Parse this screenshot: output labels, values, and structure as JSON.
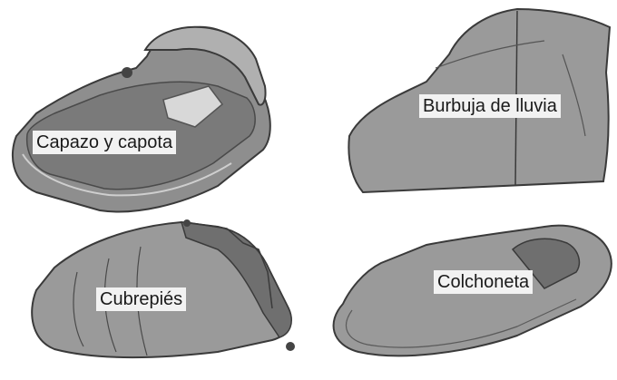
{
  "labels": {
    "capazo": "Capazo y capota",
    "burbuja": "Burbuja de lluvia",
    "cubrepies": "Cubrepiés",
    "colchoneta": "Colchoneta"
  },
  "colors": {
    "body_gray": "#9a9a9a",
    "dark_gray": "#6f6f6f",
    "outline": "#3a3a3a",
    "label_bg": "#f2f2f2"
  }
}
